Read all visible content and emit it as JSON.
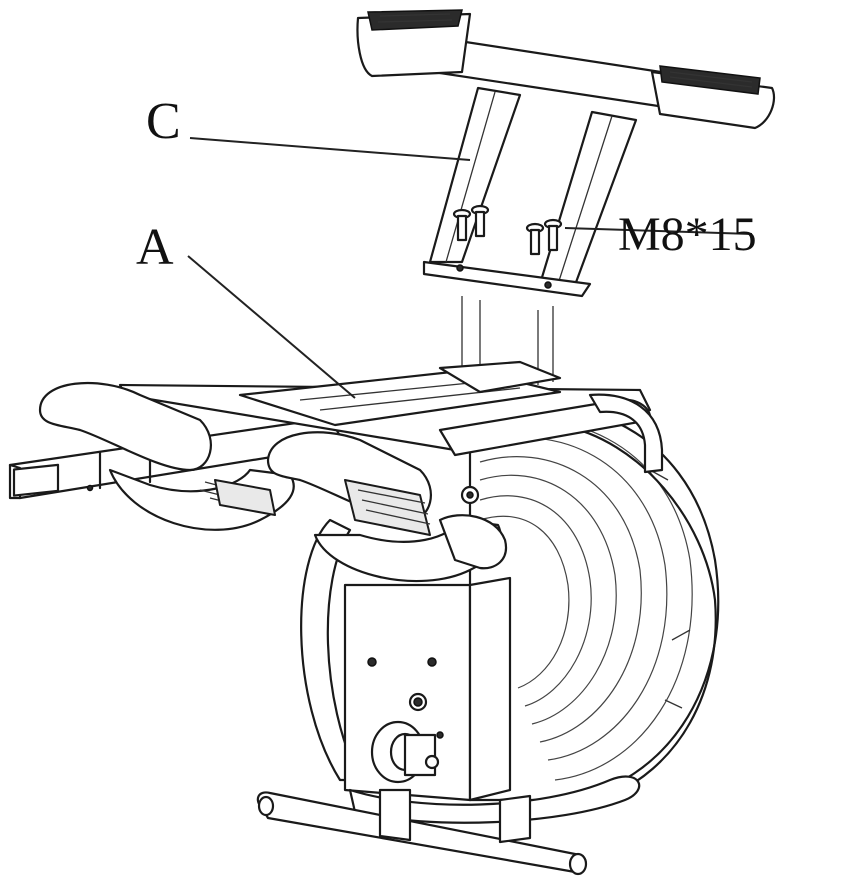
{
  "labels": {
    "part_c": "C",
    "part_a": "A",
    "bolt_spec": "M8*15"
  }
}
